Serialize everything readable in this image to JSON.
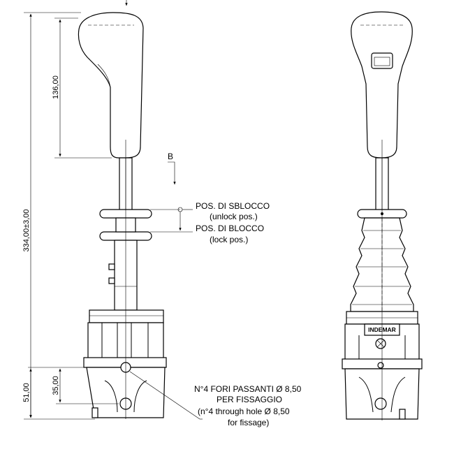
{
  "dimensions": {
    "overall_height": "334,00±3,00",
    "handle_height": "136,00",
    "base_height": "51,00",
    "hole_height": "35,00"
  },
  "section_marker": "B",
  "positions": {
    "unlock_it": "POS. DI SBLOCCO",
    "unlock_en": "(unlock pos.)",
    "lock_it": "POS. DI BLOCCO",
    "lock_en": "(lock pos.)"
  },
  "holes_note": {
    "line1": "N°4 FORI PASSANTI Ø 8,50",
    "line2": "PER FISSAGGIO",
    "line3": "(n°4 through hole  Ø 8,50",
    "line4": "for fissage)"
  },
  "brand": "INDEMAR"
}
